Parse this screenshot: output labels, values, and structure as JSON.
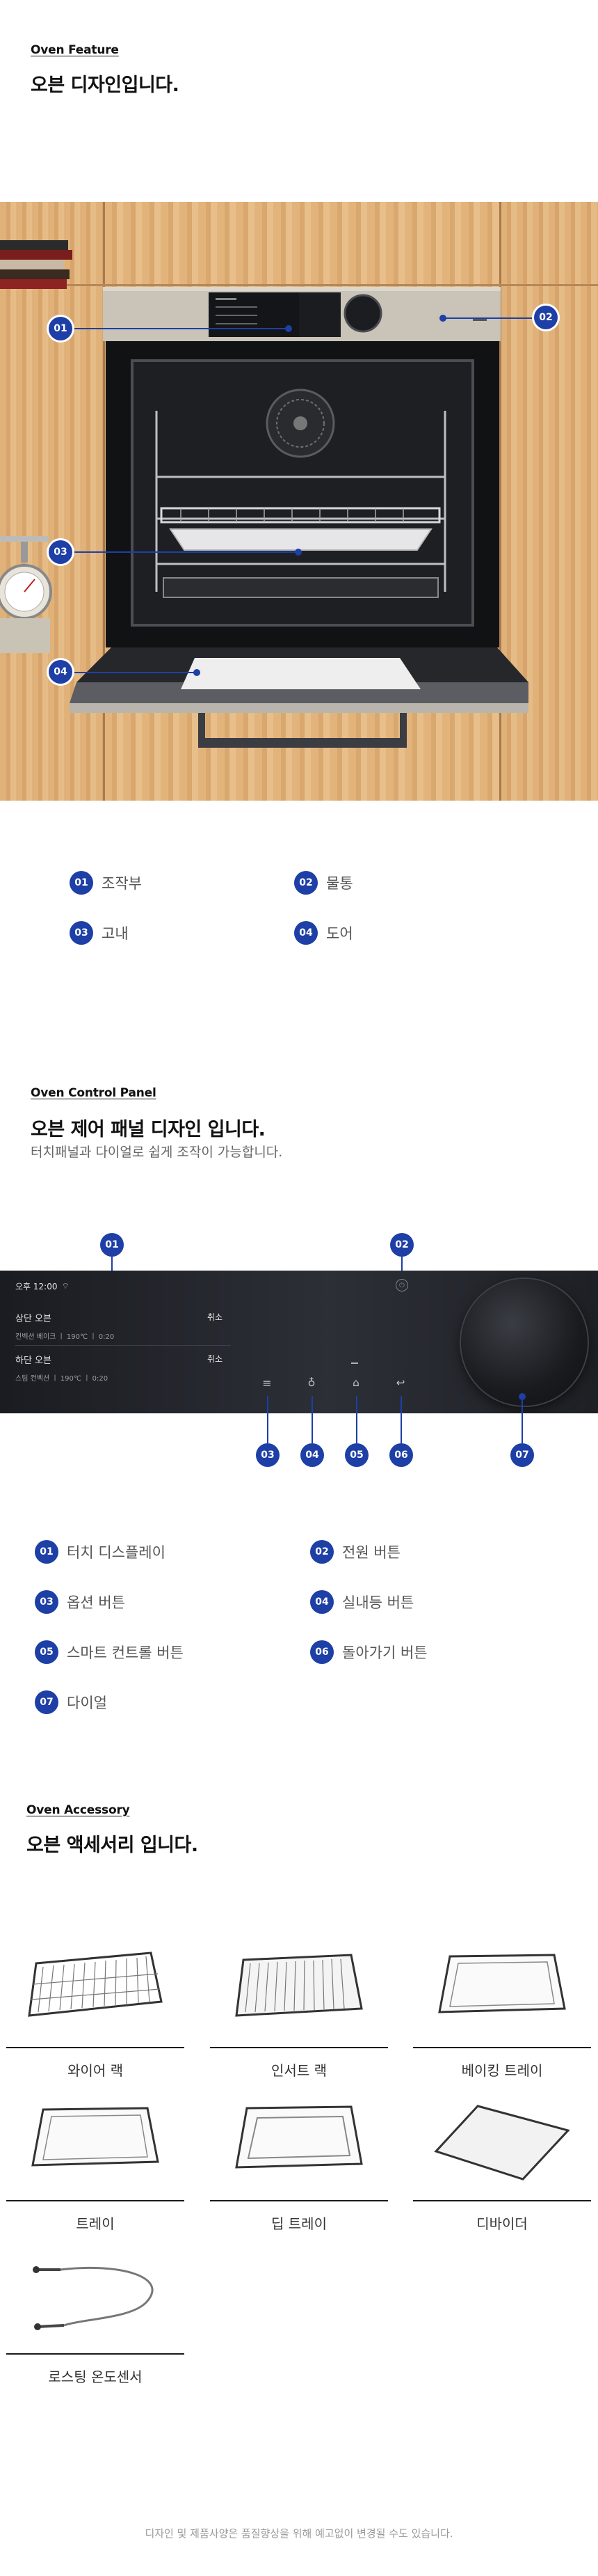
{
  "feature": {
    "label": "Oven Feature",
    "title": "오븐 디자인입니다.",
    "legend": [
      {
        "num": "01",
        "text": "조작부"
      },
      {
        "num": "02",
        "text": "물통"
      },
      {
        "num": "03",
        "text": "고내"
      },
      {
        "num": "04",
        "text": "도어"
      }
    ]
  },
  "control": {
    "label": "Oven Control Panel",
    "title": "오븐 제어 패널 디자인 입니다.",
    "subtitle": "터치패널과 다이얼로 쉽게 조작이 가능합니다.",
    "screen": {
      "time": "오후 12:00",
      "upper_name": "상단 오븐",
      "upper_cancel": "취소",
      "upper_info": "컨벡션 베이크 ㅣ 190℃ ㅣ 0:20",
      "lower_name": "하단 오븐",
      "lower_cancel": "취소",
      "lower_info": "스팀 컨벡션 ㅣ 190℃ ㅣ 0:20"
    },
    "legend": [
      {
        "num": "01",
        "text": "터치 디스플레이"
      },
      {
        "num": "02",
        "text": "전원 버튼"
      },
      {
        "num": "03",
        "text": "옵션 버튼"
      },
      {
        "num": "04",
        "text": "실내등 버튼"
      },
      {
        "num": "05",
        "text": "스마트 컨트롤 버튼"
      },
      {
        "num": "06",
        "text": "돌아가기 버튼"
      },
      {
        "num": "07",
        "text": "다이얼"
      }
    ]
  },
  "hero_badges": [
    "01",
    "02",
    "03",
    "04"
  ],
  "panel_badges": [
    "01",
    "02",
    "03",
    "04",
    "05",
    "06",
    "07"
  ],
  "accessory": {
    "label": "Oven Accessory",
    "title": "오븐 액세서리 입니다.",
    "items": [
      {
        "name": "와이어 랙",
        "icon": "wire-rack-icon"
      },
      {
        "name": "인서트 랙",
        "icon": "insert-rack-icon"
      },
      {
        "name": "베이킹 트레이",
        "icon": "baking-tray-icon"
      },
      {
        "name": "트레이",
        "icon": "tray-icon"
      },
      {
        "name": "딥 트레이",
        "icon": "deep-tray-icon"
      },
      {
        "name": "디바이더",
        "icon": "divider-icon"
      },
      {
        "name": "로스팅 온도센서",
        "icon": "roasting-probe-icon"
      }
    ]
  },
  "footnote": "디자인 및 제품사양은 품질향상을 위해 예고없이 변경될 수도 있습니다.",
  "colors": {
    "accent": "#1d3fa6",
    "panel": "#23262c"
  }
}
